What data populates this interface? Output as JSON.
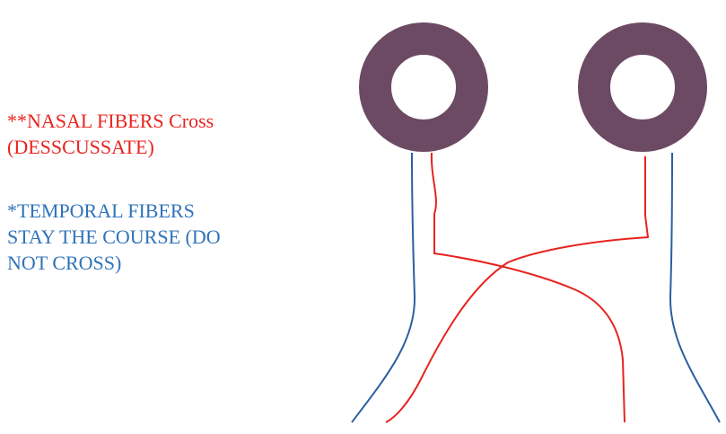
{
  "notes": {
    "nasal": {
      "lines": [
        "**NASAL FIBERS Cross",
        "(DESSCUSSATE)"
      ],
      "color": "#e8231f"
    },
    "temporal": {
      "lines": [
        "*TEMPORAL FIBERS",
        "STAY THE COURSE (DO",
        "NOT CROSS)"
      ],
      "color": "#2f73b8"
    }
  },
  "diagram": {
    "eye_color": "#6d4a63",
    "nasal_fiber_color": "#e8231f",
    "temporal_fiber_color": "#2b5fa0"
  }
}
